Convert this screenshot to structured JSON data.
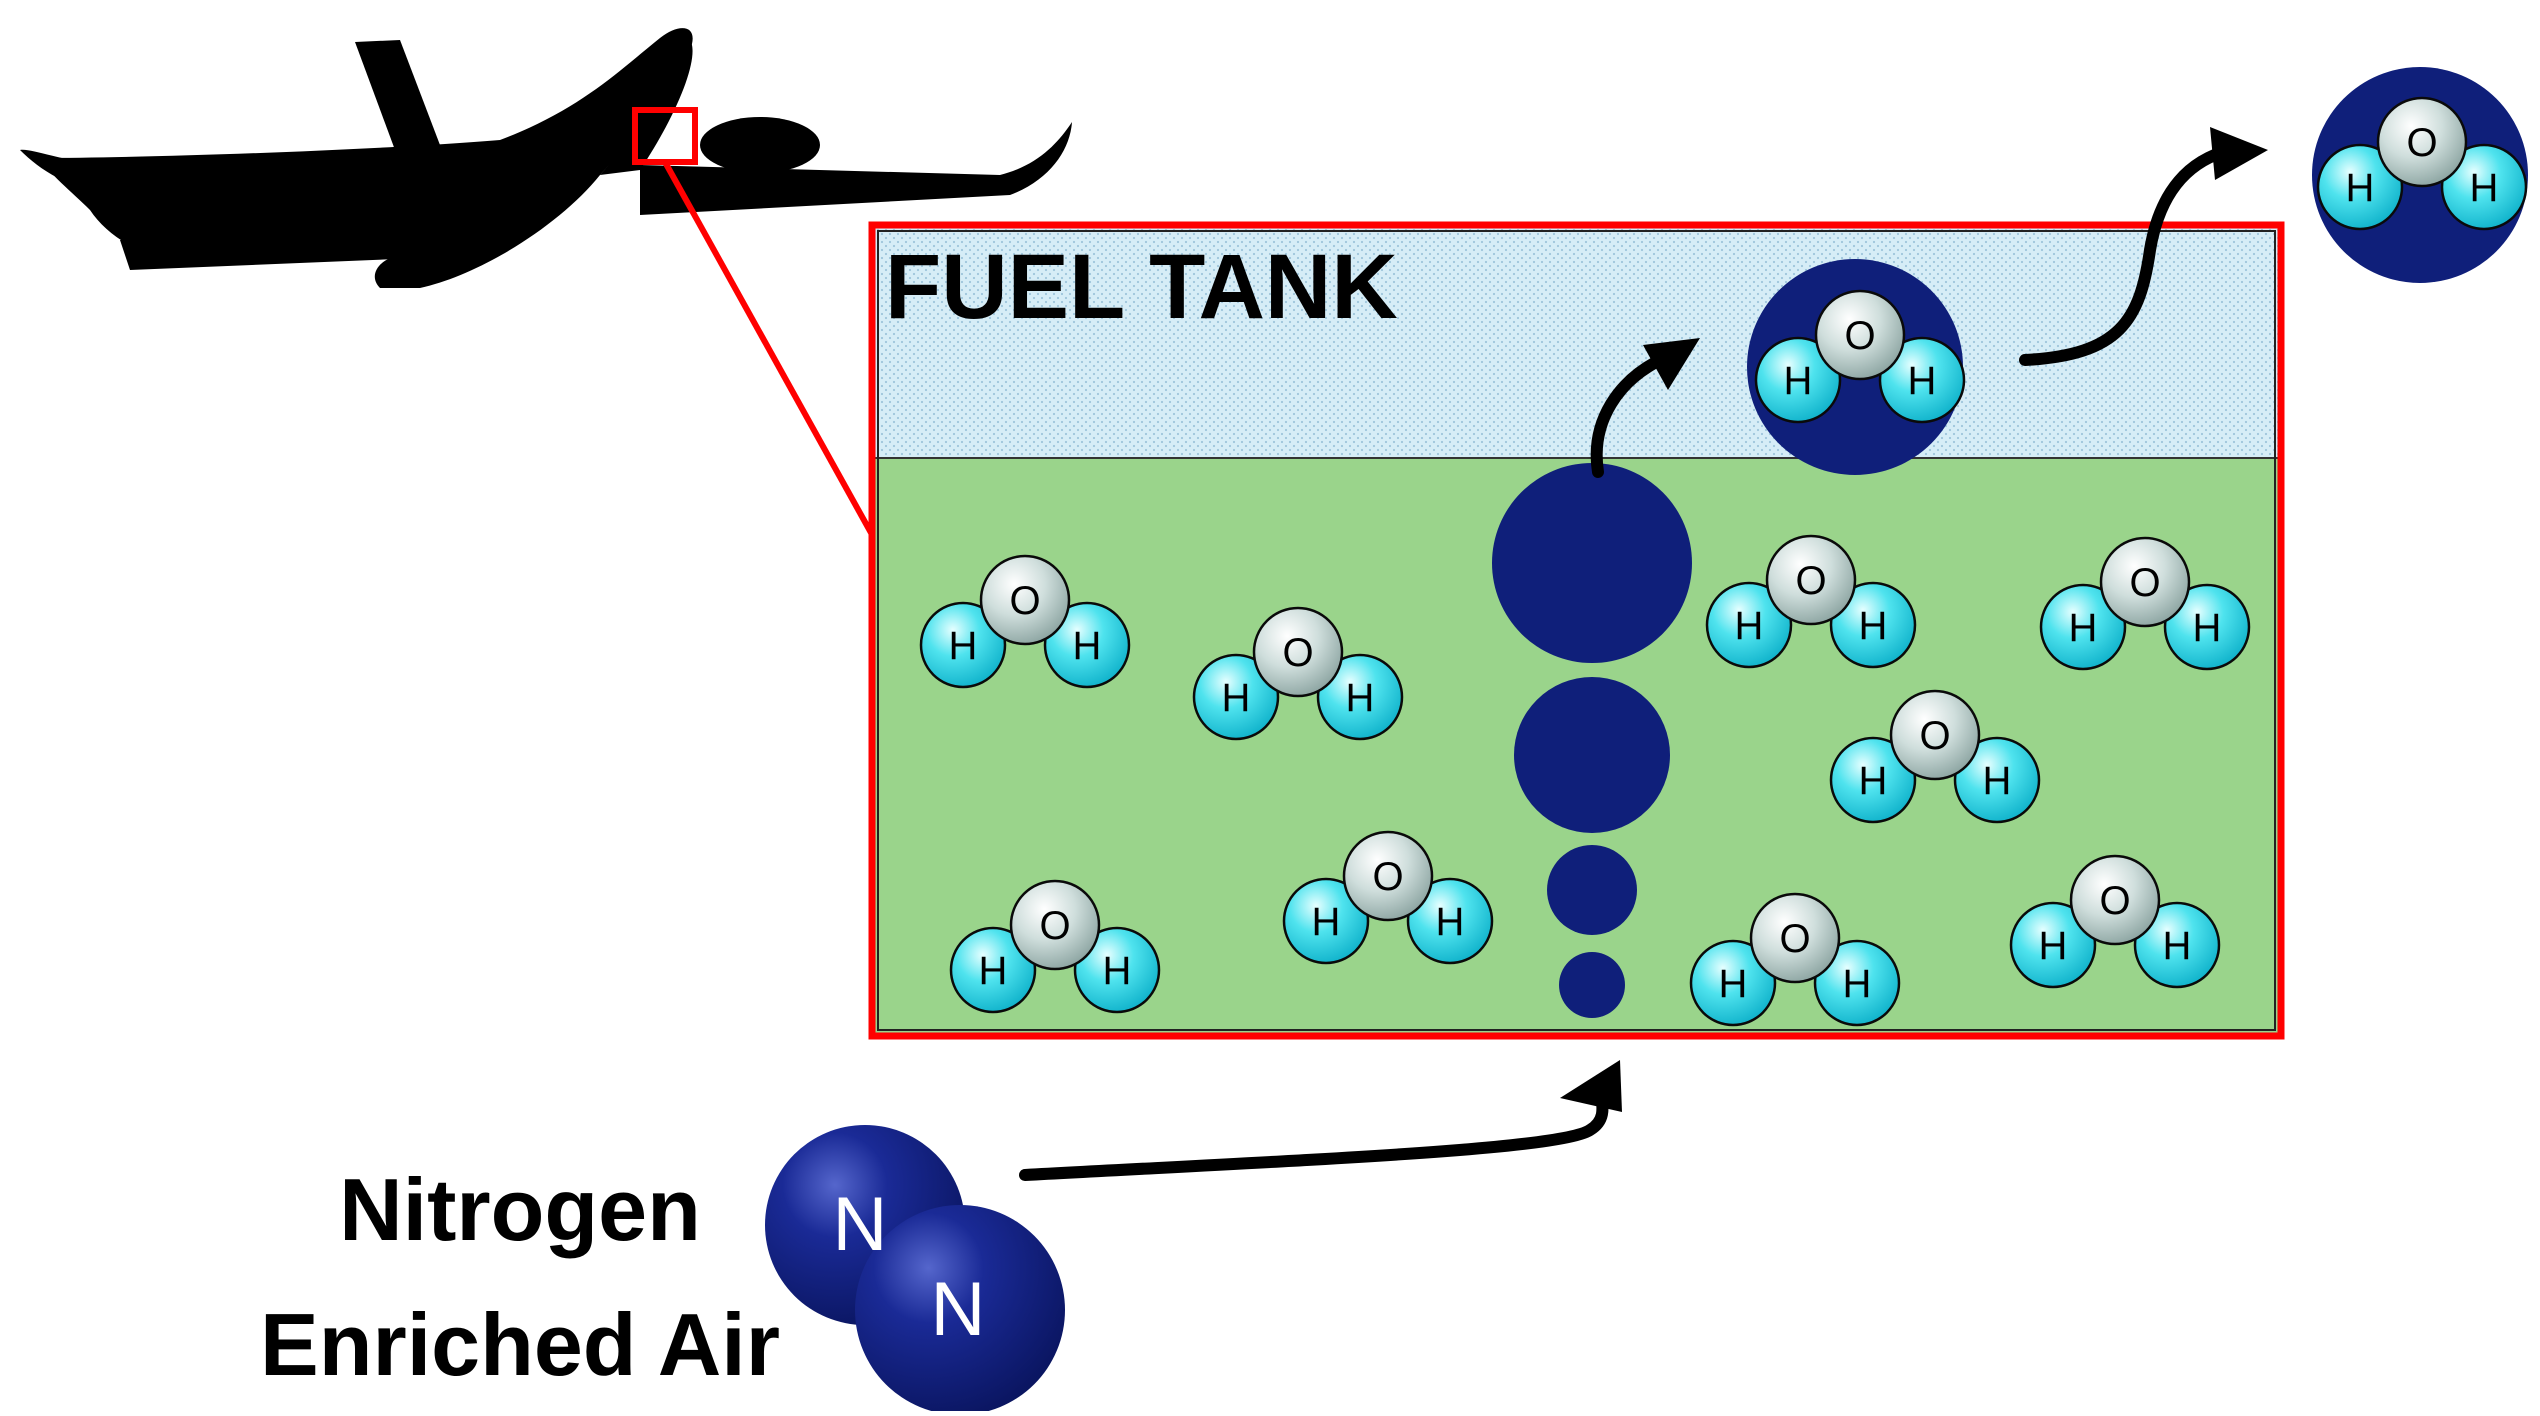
{
  "diagram": {
    "tank_label": "FUEL TANK",
    "nea_label_line1": "Nitrogen",
    "nea_label_line2": "Enriched Air",
    "atom_symbols": {
      "oxygen": "O",
      "hydrogen": "H",
      "nitrogen": "N"
    },
    "colors": {
      "ullage_fill": "#d4ebf5",
      "fuel_fill": "#9ad48b",
      "tank_border": "#ff0000",
      "callout_line": "#ff0000",
      "bubble_fill": "#0f1f7a",
      "hydrogen_atom": "#2fd6e6",
      "oxygen_atom": "#c9d9d7",
      "nitrogen_atom": "#0f1a78",
      "aircraft": "#000000",
      "arrow": "#000000"
    },
    "icons": [
      "aircraft-silhouette-icon",
      "water-molecule-icon",
      "nitrogen-molecule-icon",
      "curved-arrow-icon"
    ]
  }
}
